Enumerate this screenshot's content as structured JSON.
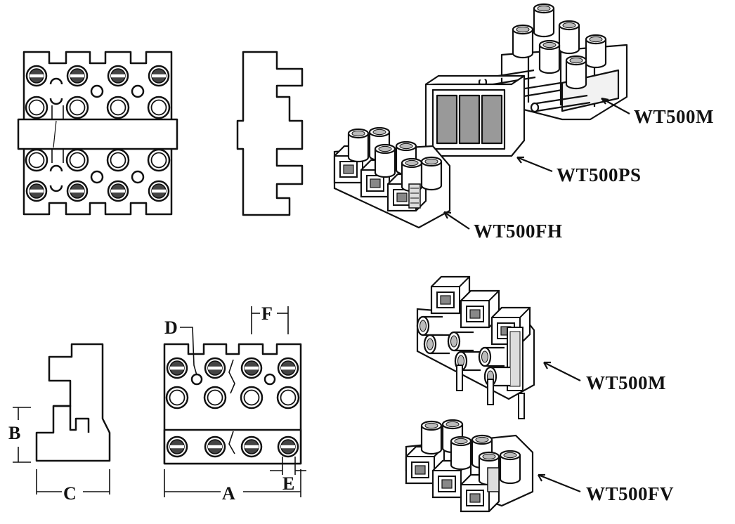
{
  "labels": {
    "wt500m_top": "WT500M",
    "wt500ps": "WT500PS",
    "wt500fh": "WT500FH",
    "wt500m_bottom": "WT500M",
    "wt500fv": "WT500FV"
  },
  "dimensions": {
    "a": "A",
    "b": "B",
    "c": "C",
    "d": "D",
    "e": "E",
    "f": "F"
  }
}
